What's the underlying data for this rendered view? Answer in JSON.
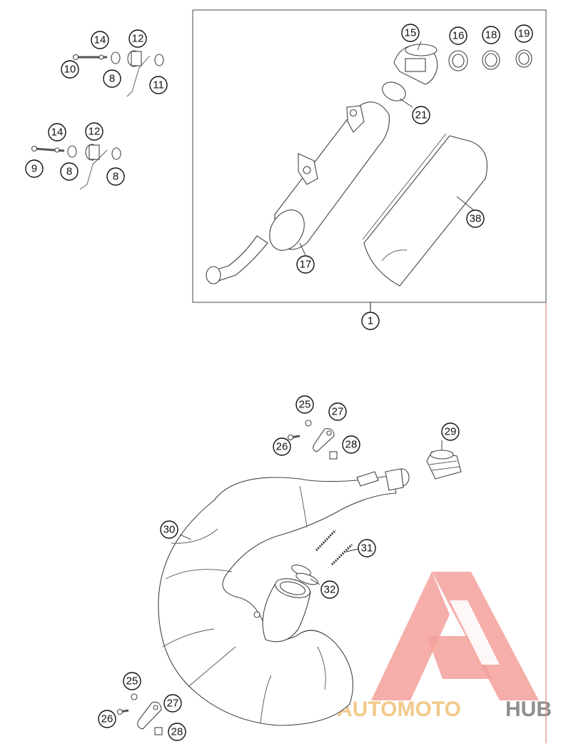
{
  "callouts": {
    "top_group_1": [
      "14",
      "12",
      "10",
      "8",
      "11"
    ],
    "top_group_2": [
      "14",
      "12",
      "9",
      "8",
      "8"
    ],
    "box": [
      "15",
      "16",
      "18",
      "19",
      "21",
      "38",
      "17"
    ],
    "assembly": "1",
    "bottom_upper": [
      "25",
      "27",
      "26",
      "28",
      "29"
    ],
    "main": [
      "30",
      "31",
      "32"
    ],
    "bottom_lower": [
      "25",
      "27",
      "26",
      "28"
    ]
  },
  "watermark": {
    "text_accent": "AUTOMOTO",
    "text_dark": "HUB",
    "accent_color": "#f3a09a",
    "text_accent_color": "#f2c98a",
    "text_dark_color": "#8e8e8e"
  }
}
